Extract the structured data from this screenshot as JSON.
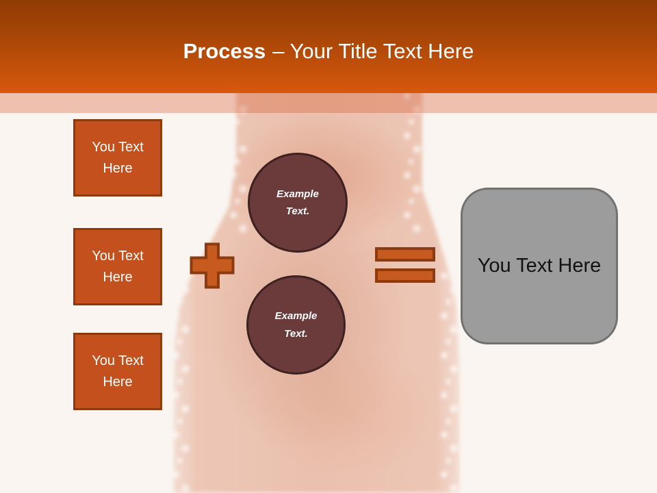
{
  "slide": {
    "header": {
      "title_emphasis": "Process",
      "title_rest": "– Your Title Text Here"
    },
    "process_boxes": [
      {
        "label": "You Text Here"
      },
      {
        "label": "You Text Here"
      },
      {
        "label": "You Text Here"
      }
    ],
    "operators": {
      "plus_icon": "plus-sign",
      "equals_icon": "equals-sign"
    },
    "example_circles": [
      {
        "label": "Example Text."
      },
      {
        "label": "Example Text."
      }
    ],
    "result_box": {
      "label": "You Text Here"
    },
    "colors": {
      "header_gradient_top": "#8F3B04",
      "header_gradient_bottom": "#D8580C",
      "header_strip_overlay": "rgba(213,85,44,0.33)",
      "accent_orange_fill": "#C4511D",
      "accent_orange_border": "#8E3A0F",
      "circle_fill": "#6B3A3A",
      "circle_border": "#3D2121",
      "result_fill": "#9C9C9C",
      "result_border": "#717171",
      "background": "#FAF5F1",
      "title_text": "#FFFFFF"
    }
  }
}
